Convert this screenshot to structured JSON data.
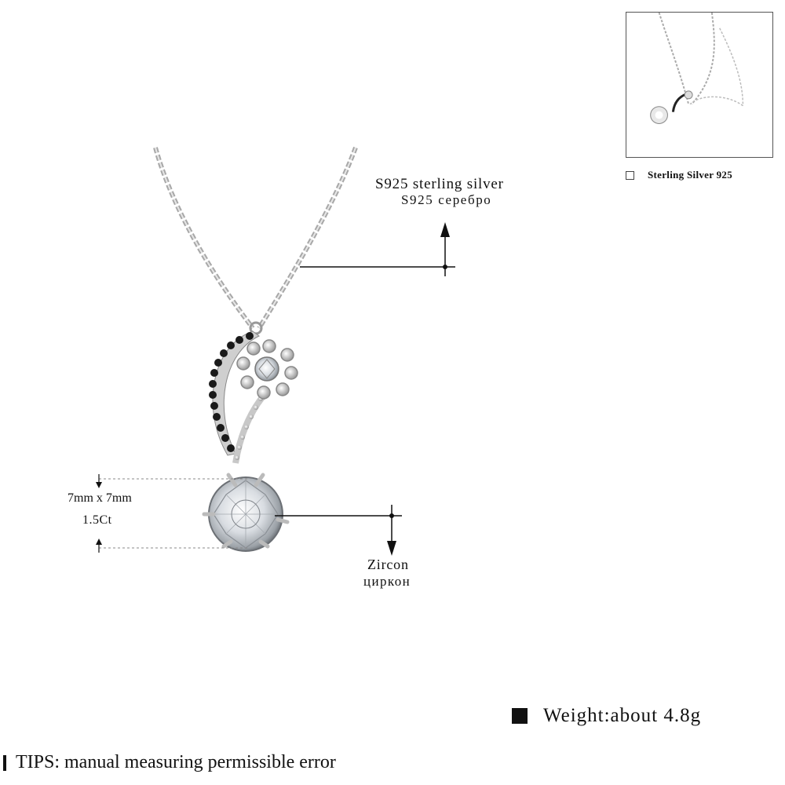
{
  "product": {
    "thumbnail_option_label": "Sterling Silver 925"
  },
  "annotations": {
    "material_en": "S925 sterling silver",
    "material_ru": "S925 серебро",
    "stone_size": "7mm x 7mm",
    "stone_carat": "1.5Ct",
    "stone_en": "Zircon",
    "stone_ru": "циркон"
  },
  "footer": {
    "weight": "Weight:about 4.8g",
    "tips": "TIPS: manual measuring permissible error"
  },
  "icons": [
    "necklace-illustration",
    "flower-icon",
    "arrow-up-icon",
    "arrow-down-icon",
    "checkbox-icon"
  ],
  "colors": {
    "text": "#111111",
    "silver": "#b8b8b8",
    "black_stone": "#1a1a1a",
    "background": "#ffffff"
  }
}
